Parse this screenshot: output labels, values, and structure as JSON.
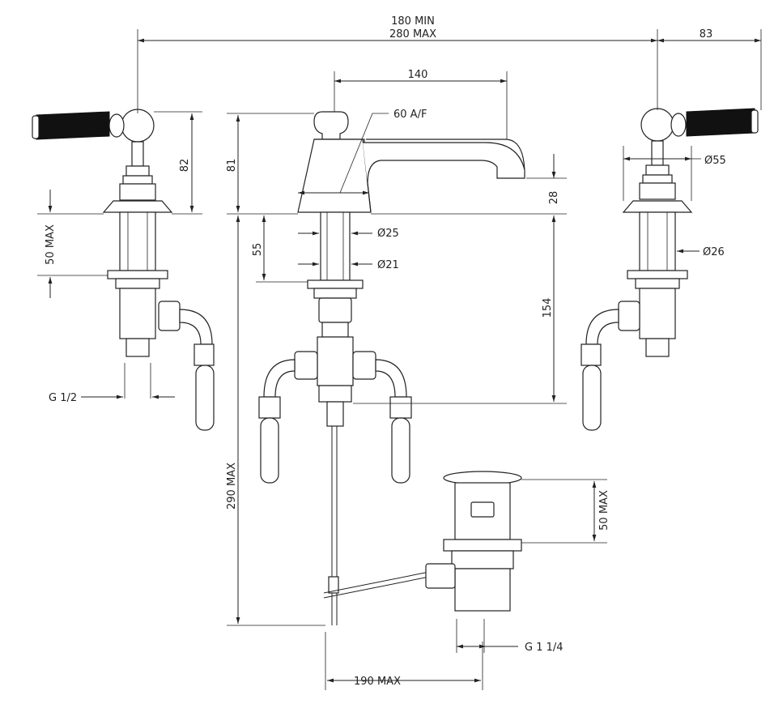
{
  "dimensions": {
    "width_min": "180 MIN",
    "width_max": "280 MAX",
    "right_offset": "83",
    "spout_reach": "140",
    "nut_af": "60 A/F",
    "handle_height": "82",
    "body_height": "81",
    "spout_outlet": "28",
    "left_deck_max": "50 MAX",
    "shank_length": "55",
    "dia_25": "Ø25",
    "dia_21": "Ø21",
    "dia_55": "Ø55",
    "dia_26": "Ø26",
    "shank_to_hose": "154",
    "left_thread": "G 1/2",
    "total_height": "290 MAX",
    "waste_max": "50 MAX",
    "waste_thread": "G 1 1/4",
    "rod_length": "190 MAX"
  }
}
